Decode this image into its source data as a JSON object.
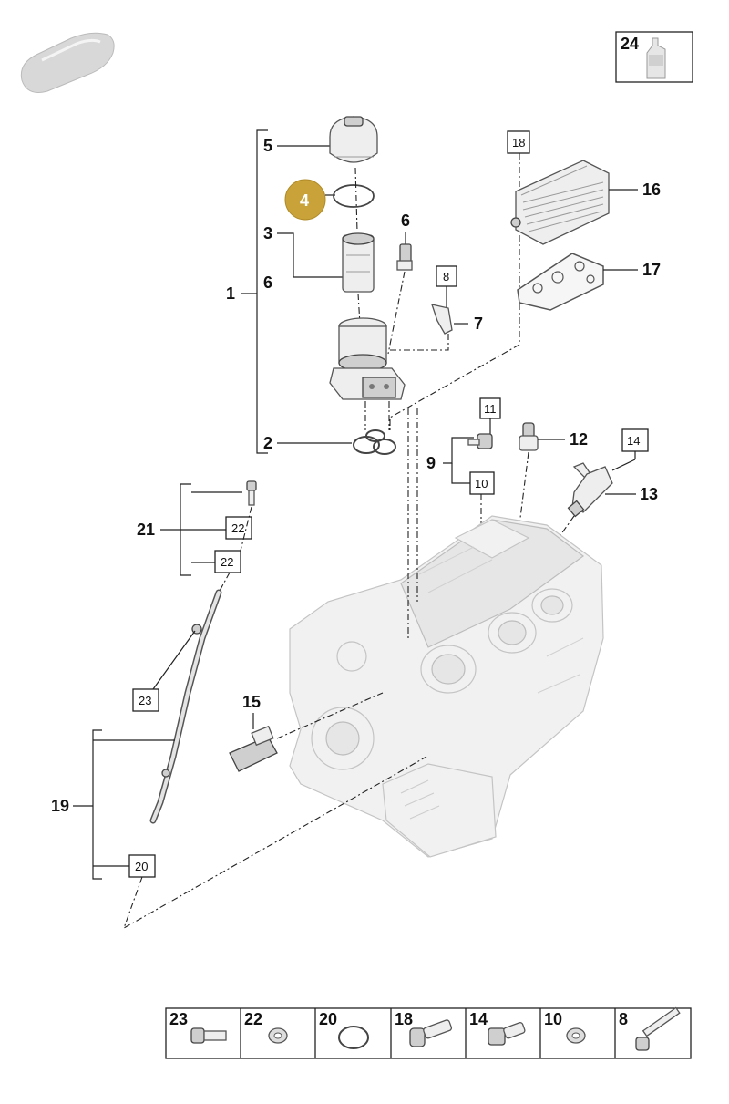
{
  "callouts": {
    "c1": "1",
    "c2": "2",
    "c3": "3",
    "c4": "4",
    "c5": "5",
    "c6a": "6",
    "c6b": "6",
    "c7": "7",
    "c9": "9",
    "c12": "12",
    "c13": "13",
    "c15": "15",
    "c16": "16",
    "c17": "17",
    "c19": "19",
    "c21": "21"
  },
  "boxed_refs": {
    "b8": "8",
    "b10": "10",
    "b11": "11",
    "b14": "14",
    "b18": "18",
    "b20": "20",
    "b22a": "22",
    "b22b": "22",
    "b23": "23",
    "b24": "24"
  },
  "hardware_strip": [
    {
      "ref": "23",
      "icon": "bolt-icon"
    },
    {
      "ref": "22",
      "icon": "washer-icon"
    },
    {
      "ref": "20",
      "icon": "o-ring-icon"
    },
    {
      "ref": "18",
      "icon": "bolt-icon"
    },
    {
      "ref": "14",
      "icon": "hex-bolt-icon"
    },
    {
      "ref": "10",
      "icon": "washer-icon"
    },
    {
      "ref": "8",
      "icon": "long-bolt-icon"
    }
  ],
  "colors": {
    "highlight": "#c9a33a",
    "line": "#222222",
    "part_fill": "#eeeeee"
  }
}
